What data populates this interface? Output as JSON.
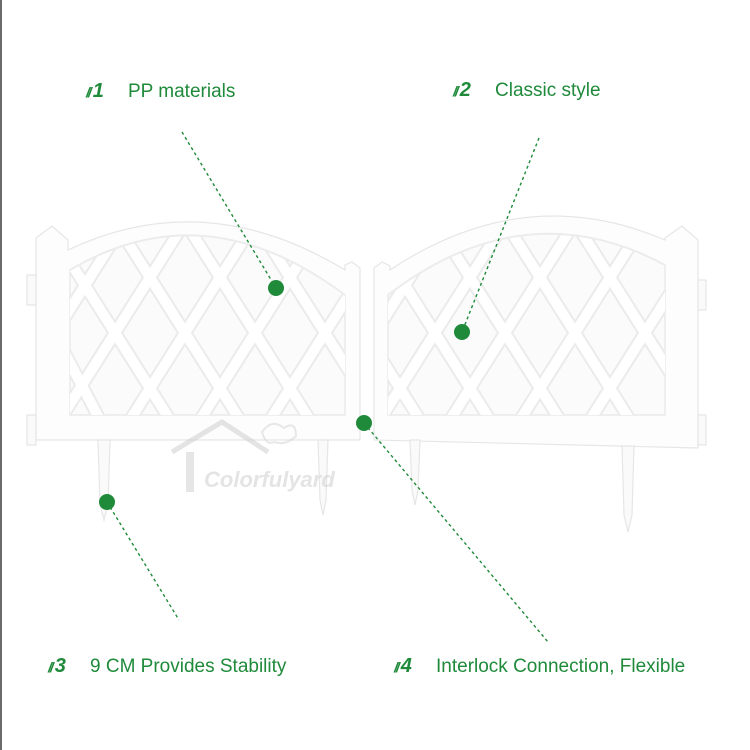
{
  "colors": {
    "accent": "#1f8a3a",
    "fence_fill": "#ffffff",
    "fence_edge": "#e4e4e4"
  },
  "callouts": [
    {
      "marker": "1",
      "label": "PP materials"
    },
    {
      "marker": "2",
      "label": "Classic style"
    },
    {
      "marker": "3",
      "label": "9 CM Provides Stability"
    },
    {
      "marker": "4",
      "label": "Interlock Connection,  Flexible"
    }
  ],
  "watermark": {
    "text": "Colorfulyard"
  }
}
